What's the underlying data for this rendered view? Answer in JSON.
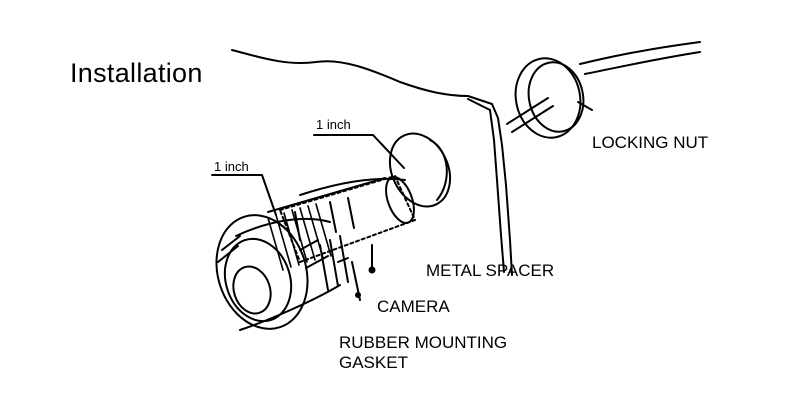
{
  "title": "Installation",
  "labels": {
    "locking_nut": "LOCKING NUT",
    "metal_spacer": "METAL SPACER",
    "camera": "CAMERA",
    "rubber_gasket_line1": "RUBBER MOUNTING",
    "rubber_gasket_line2": "GASKET",
    "dim_upper": "1 inch",
    "dim_lower": "1 inch"
  },
  "colors": {
    "ink": "#000000",
    "background": "#ffffff"
  }
}
